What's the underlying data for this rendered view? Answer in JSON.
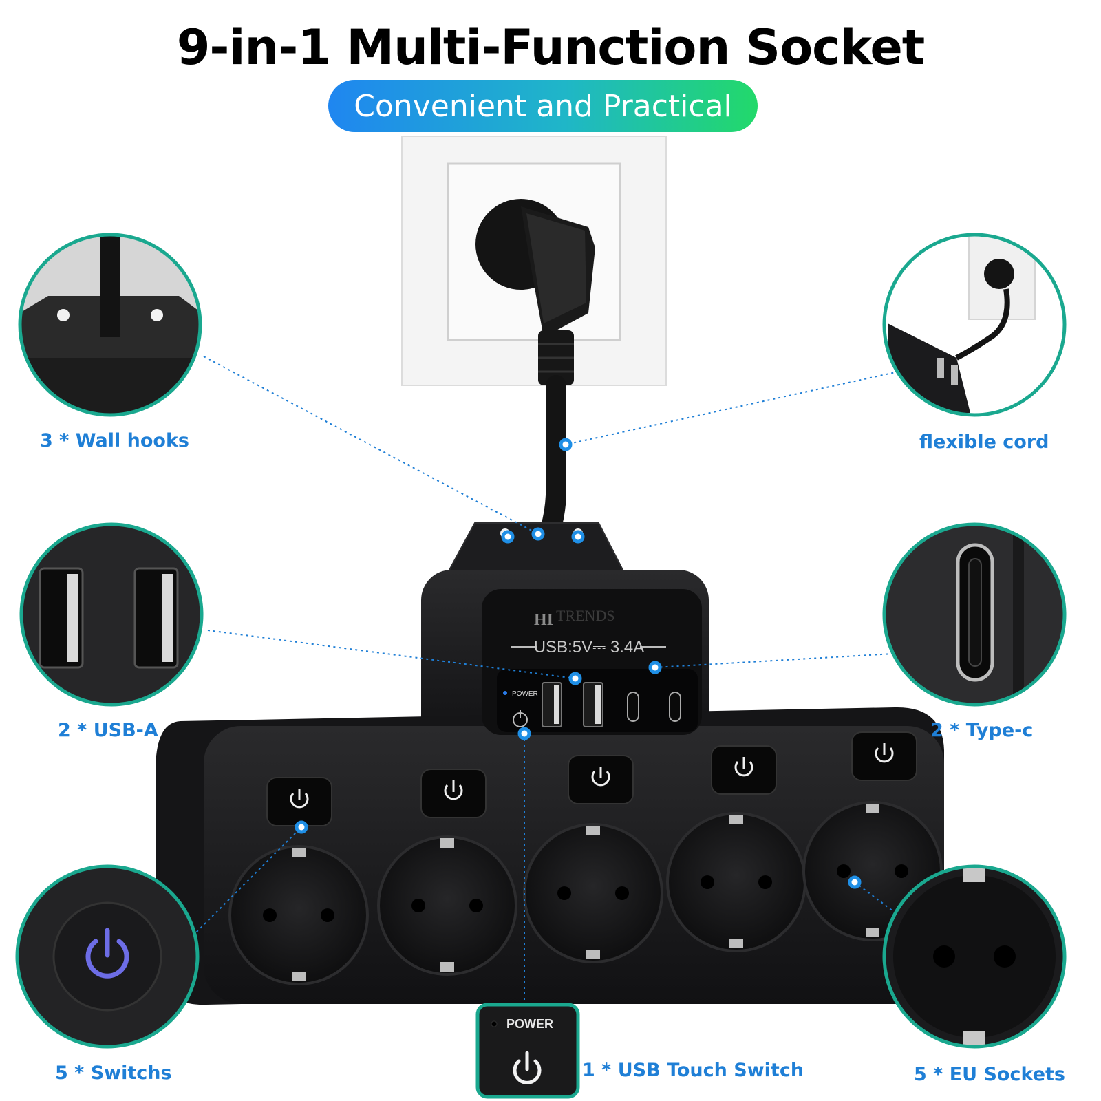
{
  "header": {
    "title": "9-in-1 Multi-Function Socket",
    "subtitle": "Convenient and Practical"
  },
  "product": {
    "brand_prefix": "HI",
    "brand_suffix": "TRENDS",
    "usb_rating": "USB:5V⎓ 3.4A",
    "power_label": "POWER"
  },
  "callouts": {
    "wall_hooks": "3 * Wall hooks",
    "flexible_cord": "flexible cord",
    "usb_a": "2 * USB-A",
    "type_c": "2 * Type-c",
    "switches": "5 * Switchs",
    "usb_touch_switch": "1 * USB Touch Switch",
    "eu_sockets": "5 * EU Sockets"
  },
  "colors": {
    "accent_blue": "#1f7fd6",
    "circle_ring": "#1aa88f",
    "body_black": "#1b1b1d"
  },
  "icons": {
    "switch": "power-icon",
    "socket": "eu-socket-icon"
  }
}
